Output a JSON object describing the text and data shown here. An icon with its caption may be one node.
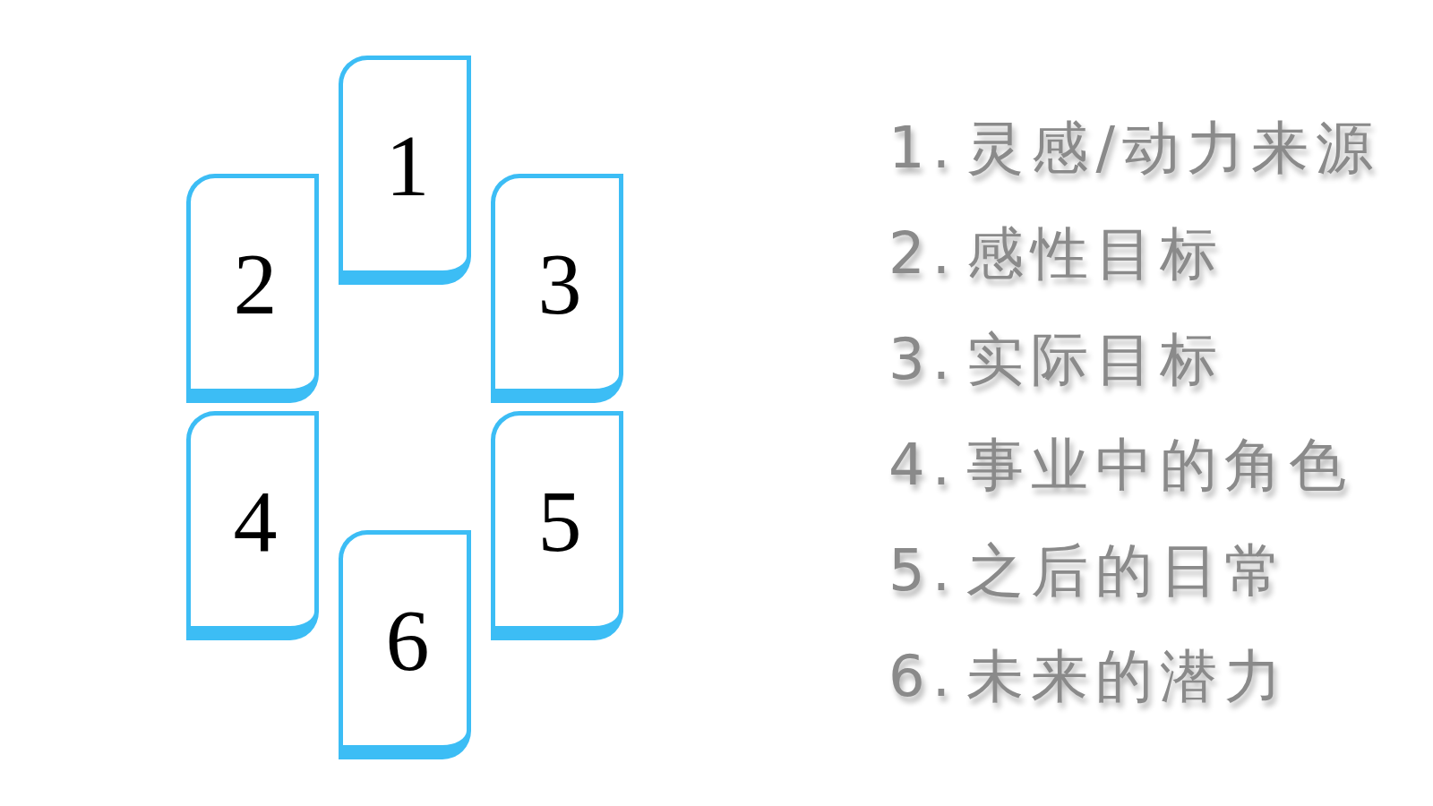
{
  "diagram": {
    "nodes": [
      {
        "text": [
          "1"
        ]
      },
      {
        "text": [
          "2"
        ]
      },
      {
        "text": [
          "3"
        ]
      },
      {
        "text": [
          "4"
        ]
      },
      {
        "text": [
          "5"
        ]
      },
      {
        "text": [
          "6"
        ]
      }
    ],
    "labels": [
      "1. 灵感/动力来源",
      "2. 感性目标",
      "3. 实际目标",
      "4. 事业中的角色",
      "5. 之后的日常",
      "6. 未来的潜力"
    ]
  }
}
